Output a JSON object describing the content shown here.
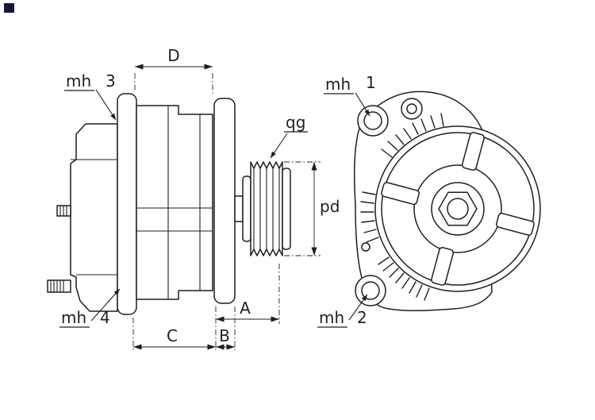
{
  "colors": {
    "ink": "#1f1f1f",
    "background": "#ffffff",
    "corner_mark": "#161640"
  },
  "drawing": {
    "dimensions": {
      "d": "D",
      "a": "A",
      "b": "B",
      "c": "C",
      "pd": "pd"
    },
    "callouts": {
      "qg": {
        "label": "qg"
      },
      "mh1": {
        "label": "mh",
        "number": "1"
      },
      "mh2": {
        "label": "mh",
        "number": "2"
      },
      "mh3": {
        "label": "mh",
        "number": "3"
      },
      "mh4": {
        "label": "mh",
        "number": "4"
      }
    }
  }
}
